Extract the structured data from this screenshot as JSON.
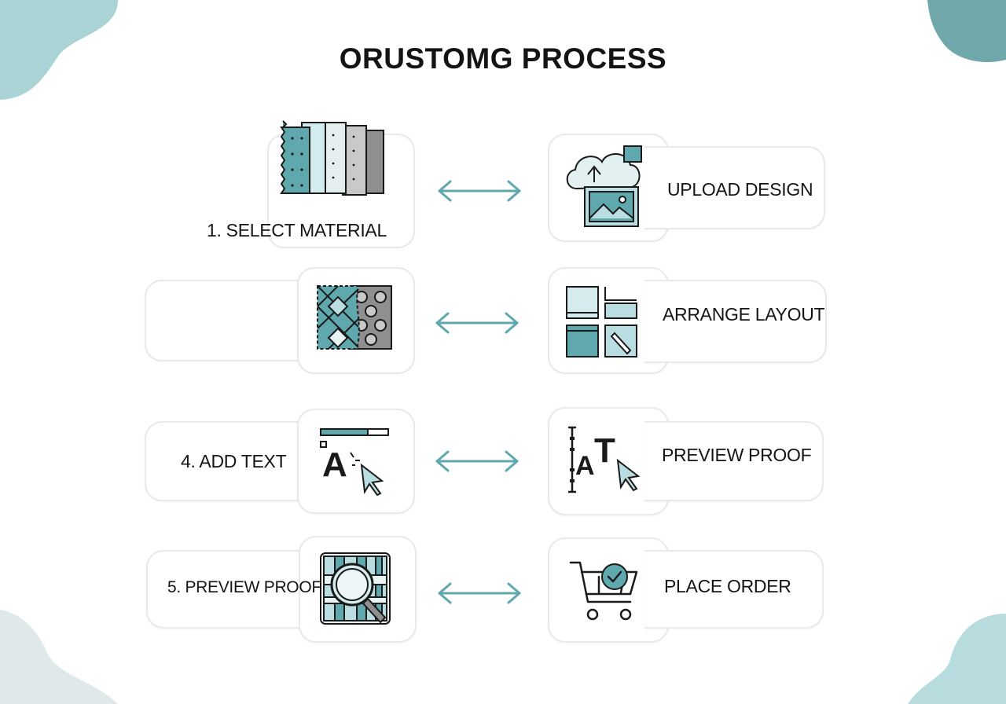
{
  "title": "ORUSTOMG PROCESS",
  "steps": {
    "select_material": "1. SELECT MATERIAL",
    "upload_design": "UPLOAD DESIGN",
    "arrange_layout": "ARRANGE LAYOUT",
    "add_text": "4. ADD TEXT",
    "preview_proof_right": "PREVIEW PROOF",
    "preview_proof_left": "5. PREVIEW PROOF",
    "place_order": "PLACE ORDER"
  },
  "colors": {
    "accent": "#5ea8ae",
    "accent_light": "#b9dde0",
    "blob": "#cfe7e8",
    "blob_dark": "#7fb2b5",
    "card_border": "#e6eaeb",
    "ink": "#1a1a1a"
  },
  "icons": {
    "row1_left": "fabric-swatches-icon",
    "row1_right": "cloud-upload-image-icon",
    "row2_left": "pattern-swatch-icon",
    "row2_right": "layout-grid-icon",
    "row3_left": "text-cursor-icon",
    "row3_right": "text-tool-icon",
    "row4_left": "magnifier-preview-icon",
    "row4_right": "shopping-cart-check-icon",
    "connector": "double-arrow-icon"
  }
}
